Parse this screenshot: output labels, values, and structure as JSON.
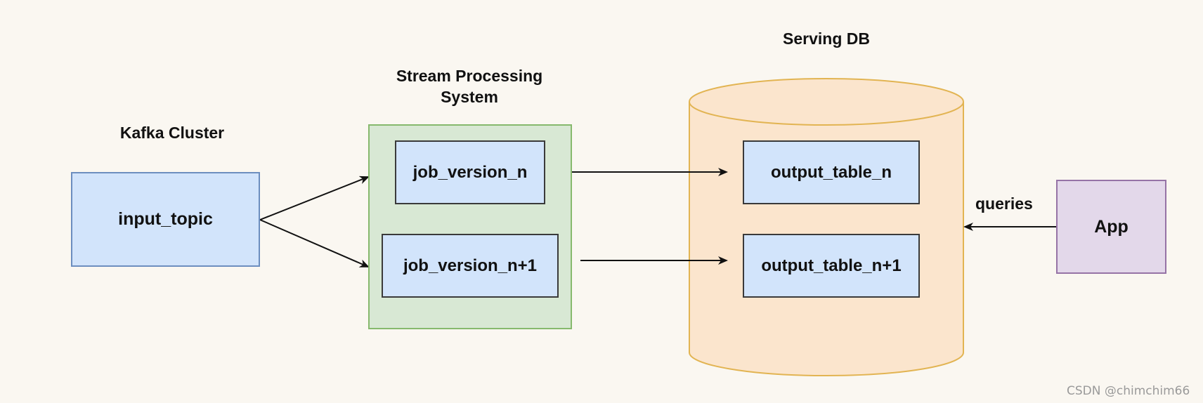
{
  "headings": {
    "kafka": "Kafka Cluster",
    "stream": "Stream Processing\nSystem",
    "serving": "Serving DB"
  },
  "nodes": {
    "input_topic": "input_topic",
    "job_version_n": "job_version_n",
    "job_version_n1": "job_version_n+1",
    "output_table_n": "output_table_n",
    "output_table_n1": "output_table_n+1",
    "app": "App"
  },
  "edges": {
    "queries_label": "queries"
  },
  "watermark": "CSDN @chimchim66",
  "colors": {
    "background": "#faf7f1",
    "blue_fill": "#d2e4fb",
    "blue_border": "#6c8ebf",
    "green_fill": "#d8e8d4",
    "green_border": "#86b96d",
    "db_fill": "#fbe5cd",
    "db_border": "#e2b452",
    "app_fill": "#e3d8ea",
    "app_border": "#9673a6"
  }
}
